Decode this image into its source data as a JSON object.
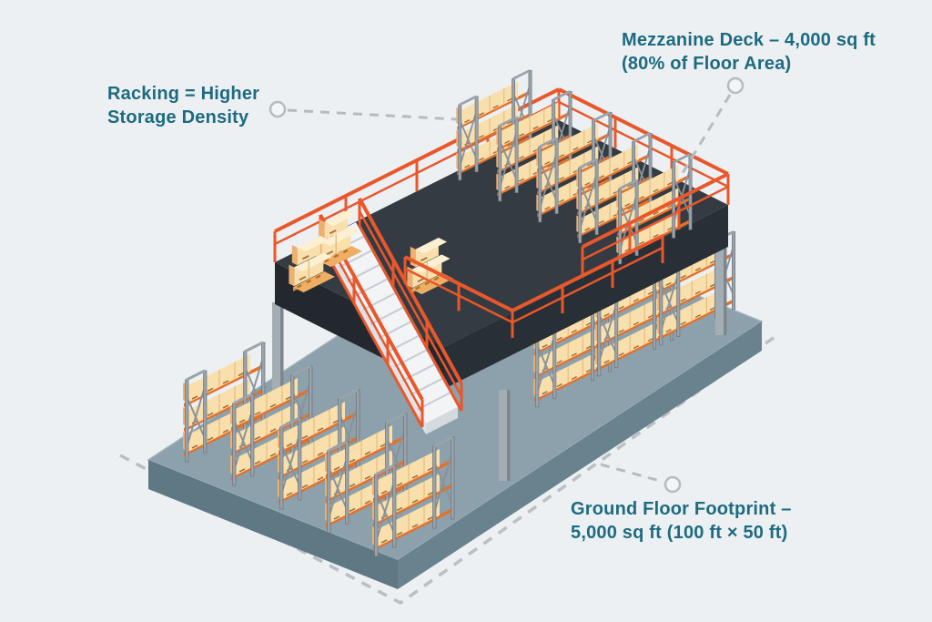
{
  "callouts": {
    "racking": {
      "line1": "Racking = Higher",
      "line2": "Storage Density"
    },
    "mezzanine": {
      "line1": "Mezzanine Deck – 4,000 sq ft",
      "line2": "(80% of Floor Area)"
    },
    "ground_floor": {
      "line1": "Ground Floor Footprint –",
      "line2": "5,000 sq ft (100 ft × 50 ft)"
    }
  },
  "scene": {
    "type": "isometric-warehouse-mezzanine-illustration",
    "mezzanine_rack_count": 5,
    "ground_front_rack_count": 5,
    "under_deck_rack_count": 3,
    "pallet_stack_count": 3,
    "has_staircase": true,
    "has_guard_rails": true
  },
  "colors": {
    "background": "#EDF0F3",
    "label_text": "#1D6B80",
    "leader_line": "#B6BBBF",
    "deck_top": "#343B42",
    "deck_side": "#262C32",
    "railing_orange": "#E9572B",
    "floor_top": "#8CA1AB",
    "floor_side_left": "#5E7984",
    "floor_side_right": "#68828E",
    "shelf_beam_orange": "#E4702A",
    "box_front": "#F8DFAC",
    "box_top": "#FCF0D2",
    "box_side": "#EFAF6E",
    "rack_frame_gray": "#9BA3AA",
    "stairs_white": "#F2F4F6"
  }
}
